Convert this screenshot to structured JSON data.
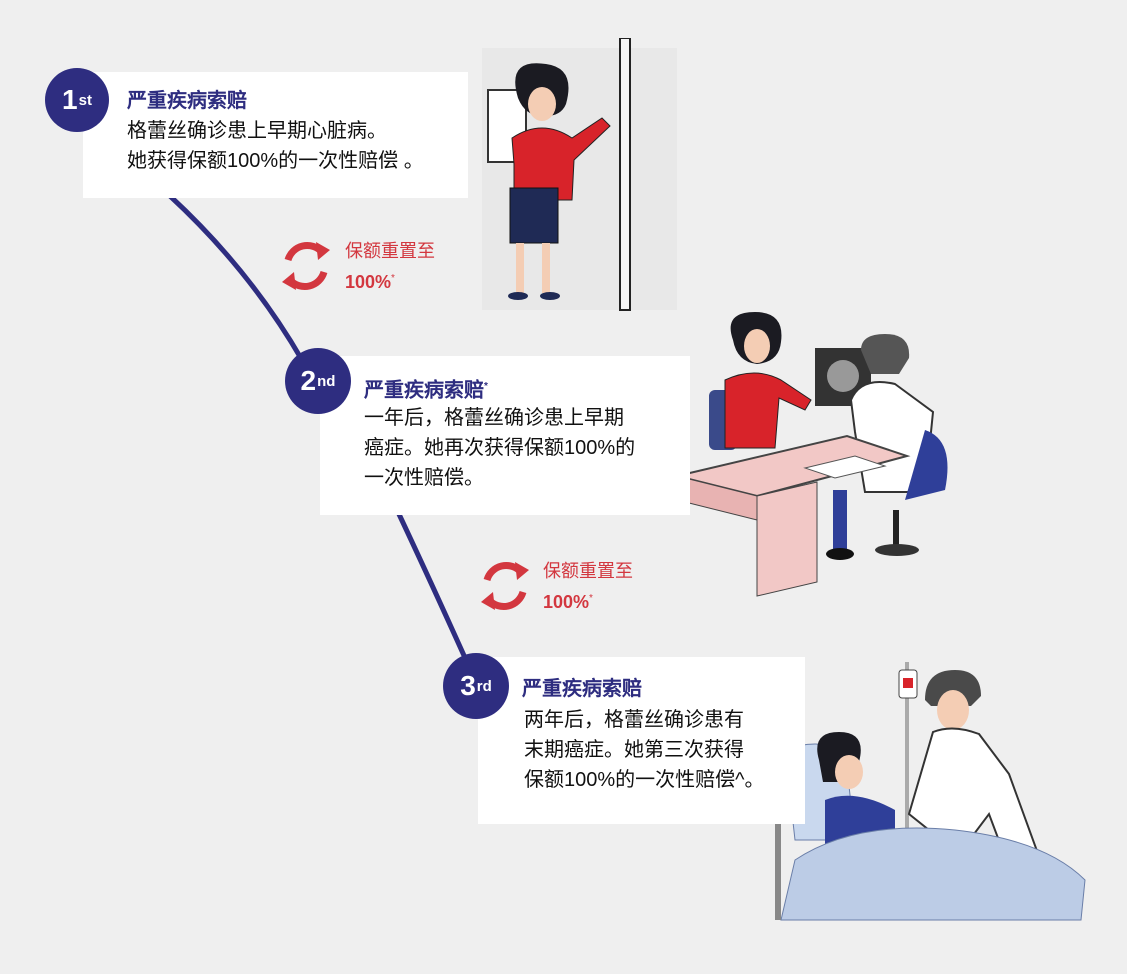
{
  "colors": {
    "navy": "#2e2d80",
    "red": "#d3373f",
    "background": "#efefef"
  },
  "steps": [
    {
      "badge_number": "1",
      "badge_suffix": "st",
      "title": "严重疾病索赔",
      "title_mark": "",
      "lines": [
        "格蕾丝确诊患上早期心脏病。",
        "她获得保额100%的一次性赔偿 。"
      ]
    },
    {
      "badge_number": "2",
      "badge_suffix": "nd",
      "title": "严重疾病索赔",
      "title_mark": "*",
      "lines": [
        "一年后，格蕾丝确诊患上早期",
        "癌症。她再次获得保额100%的",
        "一次性赔偿。"
      ]
    },
    {
      "badge_number": "3",
      "badge_suffix": "rd",
      "title": "严重疾病索赔",
      "title_mark": "",
      "lines": [
        "两年后，格蕾丝确诊患有",
        "末期癌症。她第三次获得",
        "保额100%的一次性赔偿^。"
      ]
    }
  ],
  "resets": [
    {
      "label": "保额重置至",
      "value": "100%",
      "mark": "*",
      "icon": "refresh-cycle-icon"
    },
    {
      "label": "保额重置至",
      "value": "100%",
      "mark": "*",
      "icon": "refresh-cycle-icon"
    }
  ]
}
